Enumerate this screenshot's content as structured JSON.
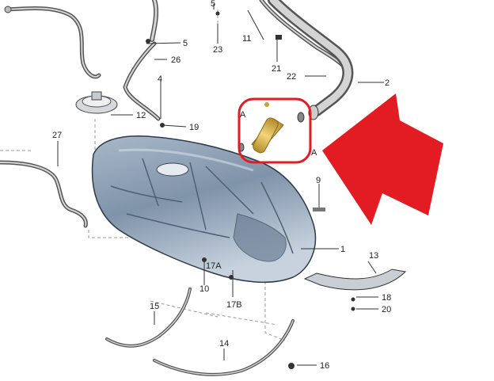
{
  "colors": {
    "highlight": "#e31b23",
    "tank_fill": "#8fa1b6",
    "tank_dark": "#5c6f86",
    "tube": "#d9b24c",
    "line": "#333333"
  },
  "parts": {
    "p1": "1",
    "p2": "2",
    "p4": "4",
    "p5a": "5",
    "p5b": "5",
    "p9": "9",
    "p10": "10",
    "p11": "11",
    "p12": "12",
    "p13": "13",
    "p14": "14",
    "p15": "15",
    "p16": "16",
    "p17a": "17A",
    "p17b": "17B",
    "p18": "18",
    "p19": "19",
    "p20": "20",
    "p21": "21",
    "p22": "22",
    "p23": "23",
    "p26": "26",
    "p27": "27",
    "pA1": "A",
    "pA2": "A"
  },
  "highlight": {
    "arrow_icon": "arrow-icon",
    "circle_icon": "highlight-circle-icon"
  }
}
